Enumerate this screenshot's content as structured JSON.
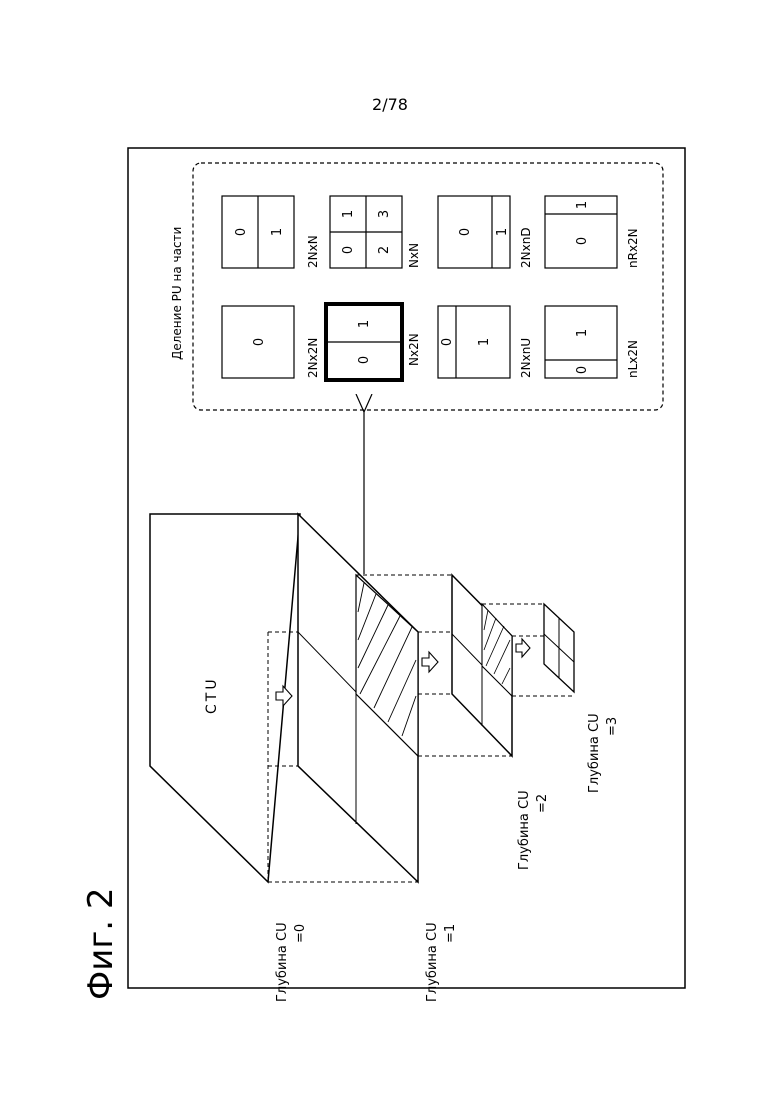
{
  "page_number": "2/78",
  "figure_title": "Фиг. 2",
  "ctu_label": "CTU",
  "depths": [
    {
      "line1": "Глубина CU",
      "line2": "=0"
    },
    {
      "line1": "Глубина CU",
      "line2": "=1"
    },
    {
      "line1": "Глубина CU",
      "line2": "=2"
    },
    {
      "line1": "Глубина CU",
      "line2": "=3"
    }
  ],
  "pu_panel": {
    "title": "Деление PU на части",
    "partitions": [
      {
        "name": "2Nx2N",
        "cells": [
          "0"
        ]
      },
      {
        "name": "2NxN",
        "cells": [
          "0",
          "1"
        ]
      },
      {
        "name": "Nx2N",
        "cells": [
          "0",
          "1"
        ],
        "highlighted": true
      },
      {
        "name": "NxN",
        "cells": [
          "0",
          "1",
          "2",
          "3"
        ]
      },
      {
        "name": "2NxnU",
        "cells": [
          "0",
          "1"
        ]
      },
      {
        "name": "2NxnD",
        "cells": [
          "0",
          "1"
        ]
      },
      {
        "name": "nLx2N",
        "cells": [
          "0",
          "1"
        ]
      },
      {
        "name": "nRx2N",
        "cells": [
          "0",
          "1"
        ]
      }
    ]
  }
}
